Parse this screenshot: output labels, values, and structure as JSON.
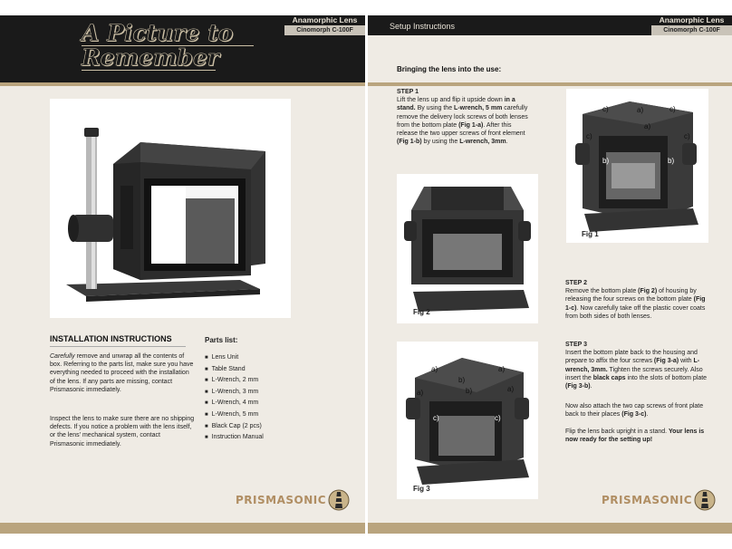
{
  "left_page": {
    "title_line1": "A Picture to",
    "title_line2": "Remember",
    "tag": {
      "line1": "Anamorphic Lens",
      "line2": "Cinomorph C-100F"
    },
    "install_heading": "INSTALLATION INSTRUCTIONS",
    "para1_em": "Carefully",
    "para1_rest": " remove and unwrap all the contents of box. Referring to the parts list, make sure you have everything needed to proceed with the installation of the lens. If any parts are missing, contact Prismasonic immediately.",
    "para2": "Inspect the lens to make sure there are no shipping defects. If you notice a problem with the lens itself, or the lens' mechanical system, contact Prismasonic immediately.",
    "parts_title": "Parts list:",
    "parts": [
      "Lens Unit",
      "Table Stand",
      "L-Wrench, 2 mm",
      "L-Wrench, 3 mm",
      "L-Wrench, 4 mm",
      "L-Wrench, 5 mm",
      "Black Cap (2 pcs)",
      "Instruction Manual"
    ],
    "logo": "PRISMASONIC"
  },
  "right_page": {
    "header": "Setup Instructions",
    "tag": {
      "line1": "Anamorphic Lens",
      "line2": "Cinomorph C-100F"
    },
    "heading": "Bringing the lens into the use:",
    "step1": {
      "title": "STEP 1",
      "t1": "Lift the lens up and flip it upside down ",
      "b1": "in a stand.",
      "t2": " By using the ",
      "b2": "L-wrench, 5 mm",
      "t3": " carefully remove the delivery lock screws of both lenses from the bottom plate ",
      "b3": "(Fig 1-a)",
      "t4": ". After this release the two upper screws of front element ",
      "b4": "(Fig 1-b)",
      "t5": " by using the ",
      "b5": "L-wrench, 3mm",
      "t6": "."
    },
    "step2": {
      "title": "STEP 2",
      "t1": "Remove the bottom plate ",
      "b1": "(Fig 2)",
      "t2": " of housing by releasing the four screws on the bottom plate ",
      "b2": "(Fig 1-c)",
      "t3": ". Now carefully take off the plastic cover coats from both sides of both lenses."
    },
    "step3": {
      "title": "STEP 3",
      "t1": "Insert the bottom plate back to the housing and prepare to affix the four screws ",
      "b1": "(Fig 3-a)",
      "t2": " with ",
      "b2": "L-wrench, 3mm.",
      "t3": " Tighten the screws securely. Also insert the ",
      "b3": "black caps",
      "t4": " into the slots of bottom plate ",
      "b4": "(Fig 3-b)",
      "t5": "."
    },
    "step3_p2_t1": "Now also attach the two cap screws of front plate back to their places ",
    "step3_p2_b1": "(Fig 3-c)",
    "step3_p2_t2": ".",
    "step3_p3_t1": "Flip the lens back upright in a stand. ",
    "step3_p3_b1": "Your lens is now ready for the setting up!",
    "fig1_label": "Fig 1",
    "fig2_label": "Fig 2",
    "fig3_label": "Fig 3",
    "fig1_callouts": {
      "a_top": "a)",
      "a_mid": "a)",
      "c_tl": "c)",
      "c_tr": "c)",
      "c_ml": "c)",
      "c_mr": "c)",
      "b_l": "b)",
      "b_r": "b)"
    },
    "fig3_callouts": {
      "a_tl": "a)",
      "a_tr": "a)",
      "a_ml": "a)",
      "a_mr": "a)",
      "b_t": "b)",
      "b_m": "b)",
      "c_l": "c)",
      "c_r": "c)"
    },
    "logo": "PRISMASONIC"
  },
  "colors": {
    "dark": "#1a1a1a",
    "gold": "#b9a47e",
    "paper": "#efebe4",
    "logo": "#b08e63"
  }
}
